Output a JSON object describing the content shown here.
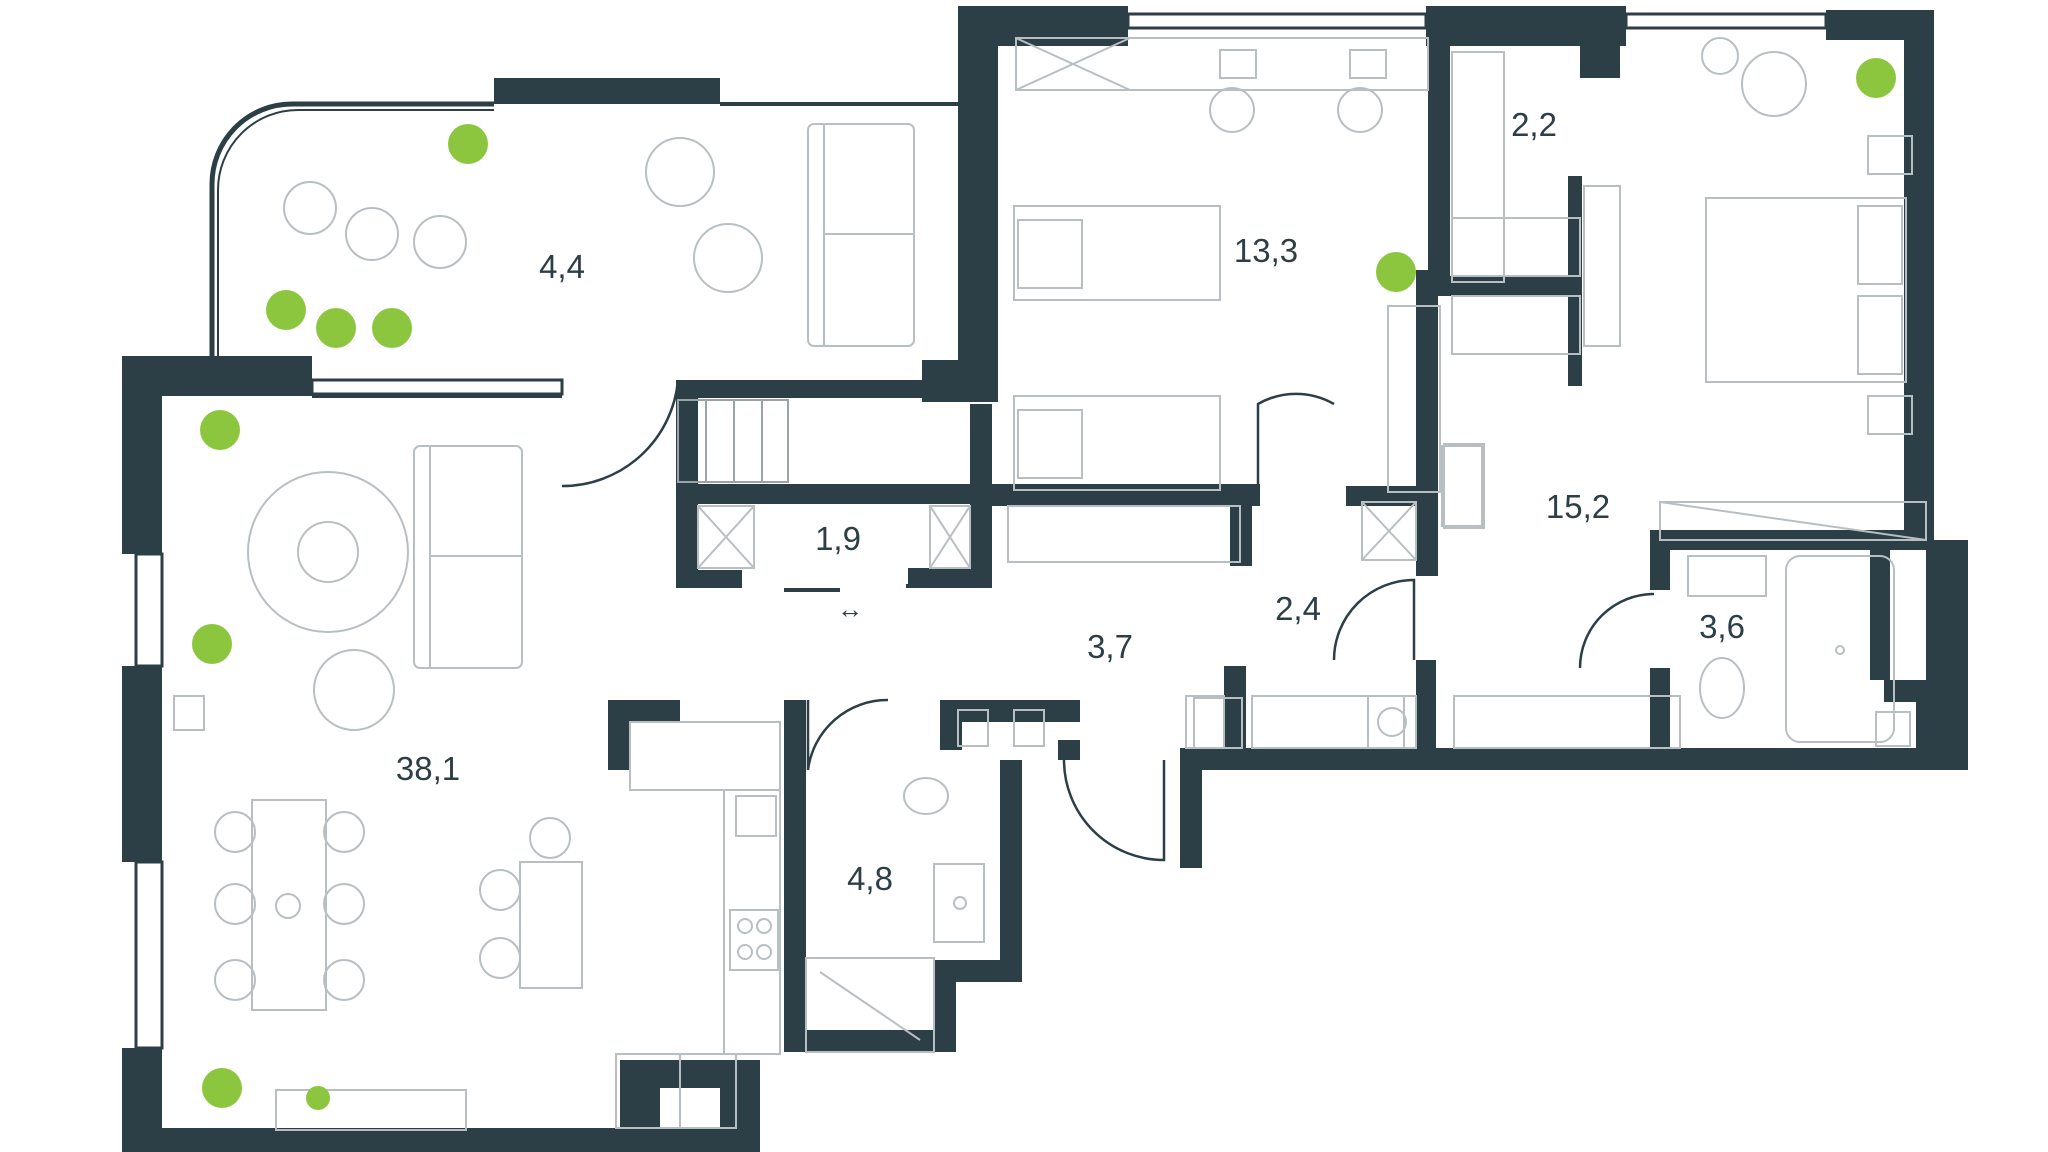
{
  "floor_plan": {
    "rooms": [
      {
        "id": "living-kitchen",
        "area": "38,1"
      },
      {
        "id": "balcony",
        "area": "4,4"
      },
      {
        "id": "storage",
        "area": "1,9"
      },
      {
        "id": "hall",
        "area": "3,7"
      },
      {
        "id": "corridor",
        "area": "2,4"
      },
      {
        "id": "kids-bedroom",
        "area": "13,3"
      },
      {
        "id": "wardrobe",
        "area": "2,2"
      },
      {
        "id": "master-bedroom",
        "area": "15,2"
      },
      {
        "id": "bathroom",
        "area": "3,6"
      },
      {
        "id": "shower-room",
        "area": "4,8"
      }
    ],
    "sliding_door_symbol": "↔",
    "colors": {
      "wall": "#2c3e46",
      "furniture": "#b8bfc3",
      "plant": "#8cc63f",
      "background": "#ffffff"
    },
    "icons": [
      "plant-icon",
      "sofa-icon",
      "bed-icon",
      "chair-icon",
      "table-icon",
      "toilet-icon",
      "bathtub-icon",
      "sink-icon",
      "stove-icon",
      "washer-icon",
      "shower-icon"
    ]
  }
}
